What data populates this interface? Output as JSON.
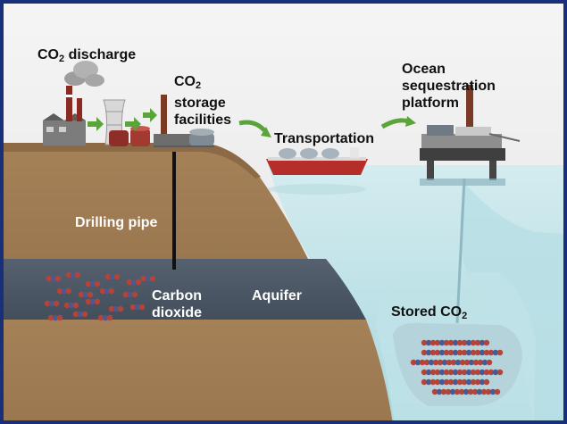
{
  "labels": {
    "co2_discharge": {
      "prefix": "CO",
      "sub": "2",
      "suffix": " discharge"
    },
    "storage": {
      "prefix": "CO",
      "sub": "2",
      "line2": "storage",
      "line3": "facilities"
    },
    "transportation": "Transportation",
    "ocean": {
      "line1": "Ocean",
      "line2": "sequestration",
      "line3": "platform"
    },
    "drilling_pipe": "Drilling pipe",
    "carbon_dioxide": {
      "line1": "Carbon",
      "line2": "dioxide"
    },
    "aquifer": "Aquifer",
    "stored": {
      "prefix": "Stored CO",
      "sub": "2"
    }
  },
  "colors": {
    "sky": "#f1f1f1",
    "border": "#1a2f7a",
    "soil": "#a8855d",
    "soil_dark": "#8e6c46",
    "grass": "#9b7b56",
    "aquifer": "#4b5768",
    "water": "#c9e6ea",
    "water_deep": "#aedbe2",
    "arrow": "#5aa53a",
    "molecule_red": "#b44338",
    "molecule_blue": "#465a95"
  },
  "icons": [
    "factory-icon",
    "cooling-tower-icon",
    "storage-tank-icon",
    "tanker-ship-icon",
    "ocean-platform-icon",
    "arrow-right-icon"
  ]
}
